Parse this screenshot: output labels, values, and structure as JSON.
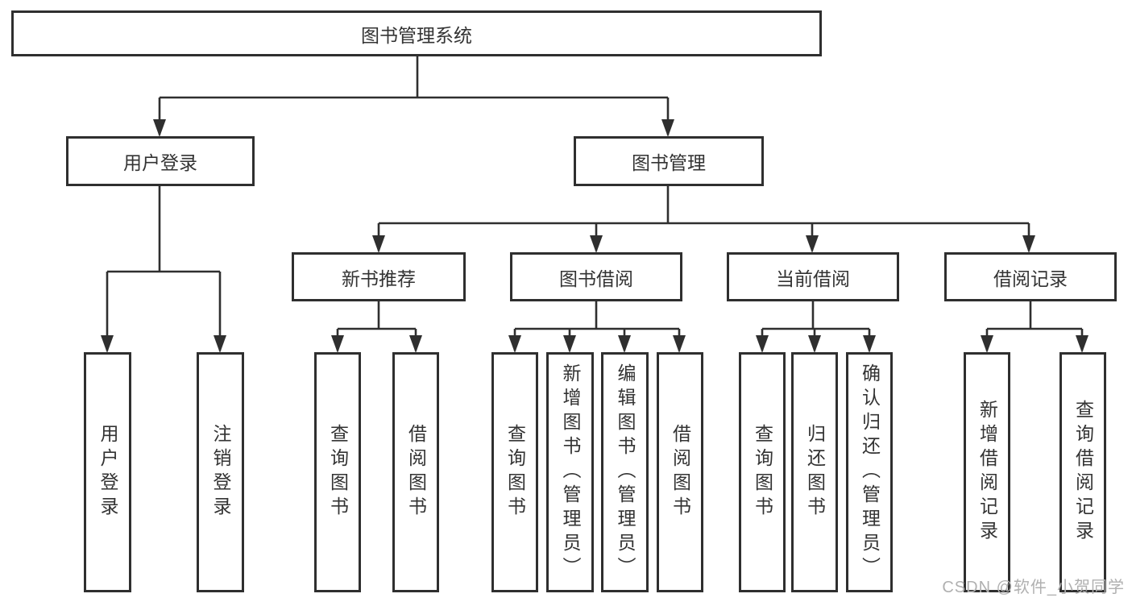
{
  "diagram": {
    "nodes": {
      "root": "图书管理系统",
      "user_login": "用户登录",
      "book_mgmt": "图书管理",
      "new_book_rec": "新书推荐",
      "book_borrow": "图书借阅",
      "current_borrow": "当前借阅",
      "borrow_record": "借阅记录",
      "ul_user_login": "用户登录",
      "ul_logout": "注销登录",
      "nbr_query_book": "查询图书",
      "nbr_borrow_book": "借阅图书",
      "bb_query_book": "查询图书",
      "bb_add_book": "新增图书（管理员）",
      "bb_edit_book": "编辑图书（管理员）",
      "bb_borrow_book": "借阅图书",
      "cb_query_book": "查询图书",
      "cb_return_book": "归还图书",
      "cb_confirm_return": "确认归还（管理员）",
      "br_add_record": "新增借阅记录",
      "br_query_record": "查询借阅记录"
    },
    "hierarchy": {
      "root": [
        "user_login",
        "book_mgmt"
      ],
      "user_login": [
        "ul_user_login",
        "ul_logout"
      ],
      "book_mgmt": [
        "new_book_rec",
        "book_borrow",
        "current_borrow",
        "borrow_record"
      ],
      "new_book_rec": [
        "nbr_query_book",
        "nbr_borrow_book"
      ],
      "book_borrow": [
        "bb_query_book",
        "bb_add_book",
        "bb_edit_book",
        "bb_borrow_book"
      ],
      "current_borrow": [
        "cb_query_book",
        "cb_return_book",
        "cb_confirm_return"
      ],
      "borrow_record": [
        "br_add_record",
        "br_query_record"
      ]
    }
  },
  "watermark": "CSDN @软件_小贺同学",
  "colors": {
    "bg": "#ffffff",
    "line": "#2f2f2f",
    "text": "#333333",
    "watermark": "#b0b0b0"
  }
}
